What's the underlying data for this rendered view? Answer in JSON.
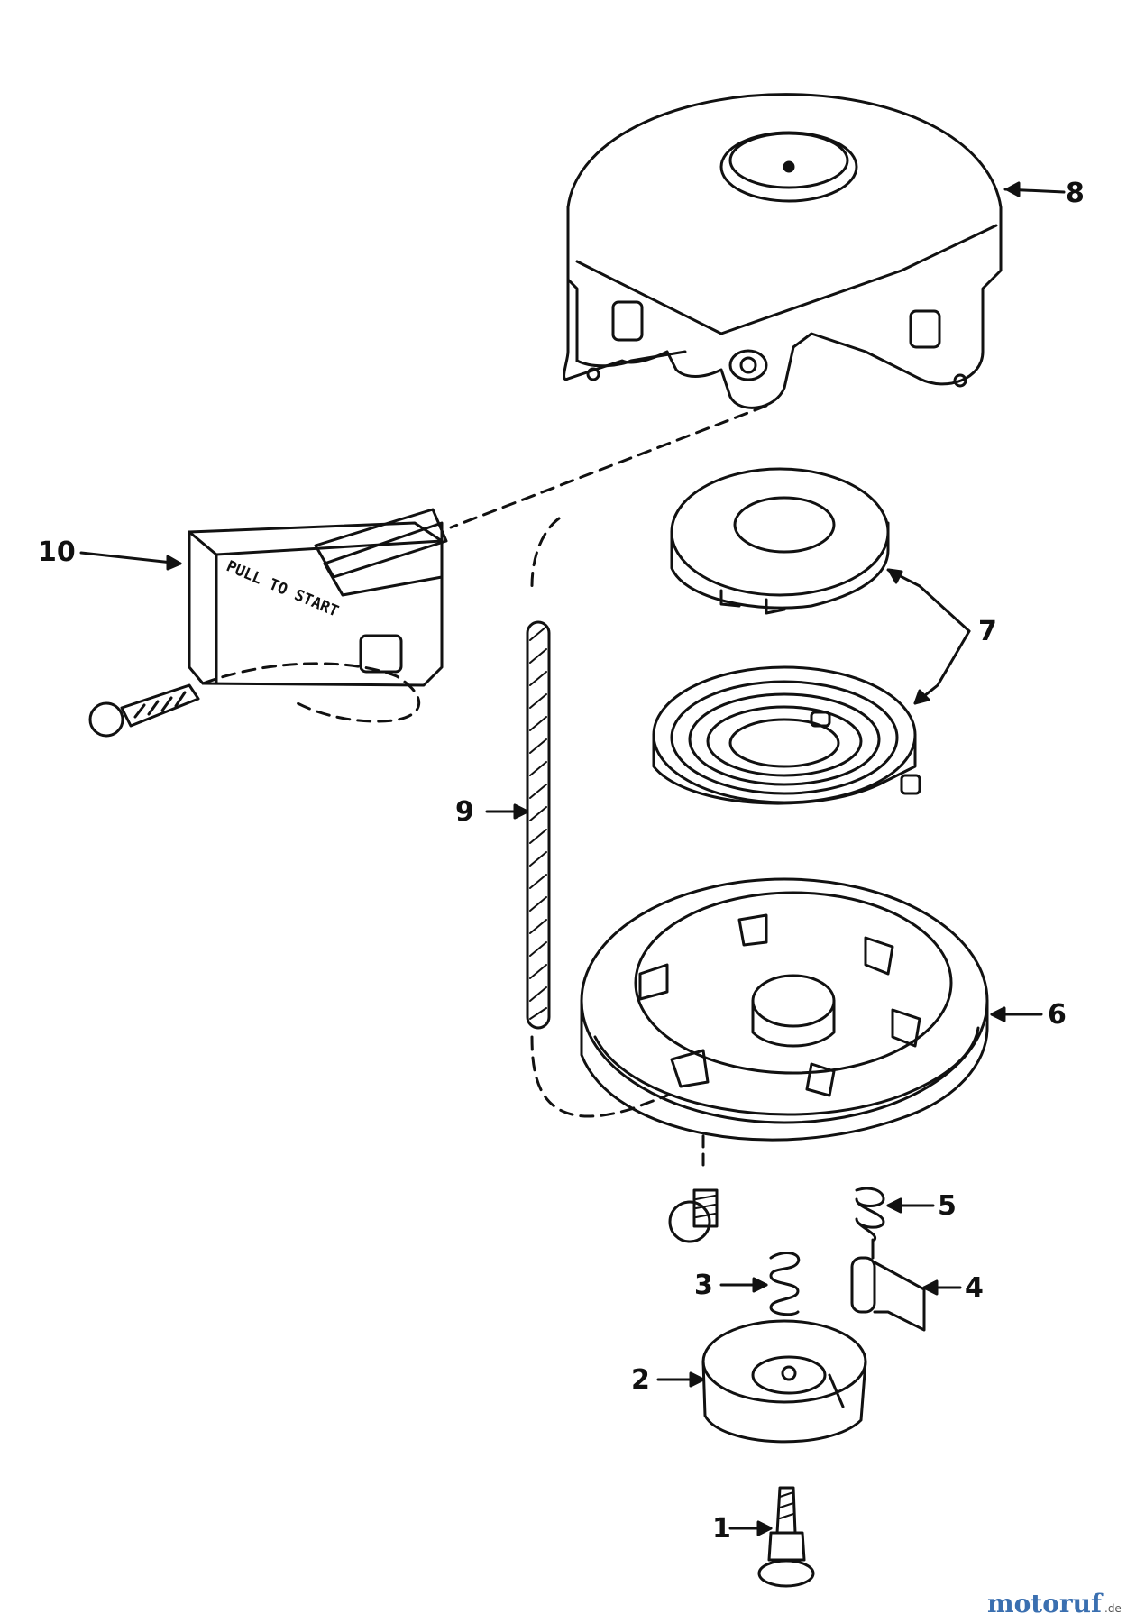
{
  "diagram": {
    "callouts": [
      "1",
      "2",
      "3",
      "4",
      "5",
      "6",
      "7",
      "8",
      "9",
      "10"
    ],
    "handle_text": "PULL TO START",
    "colors": {
      "ink": "#111111",
      "paper": "#ffffff"
    }
  },
  "watermark": {
    "logo_text": "motoruf",
    "suffix": ".de",
    "colors": [
      "#3a6fb0",
      "#2e8b3d",
      "#d08a1c",
      "#c0392b"
    ]
  }
}
